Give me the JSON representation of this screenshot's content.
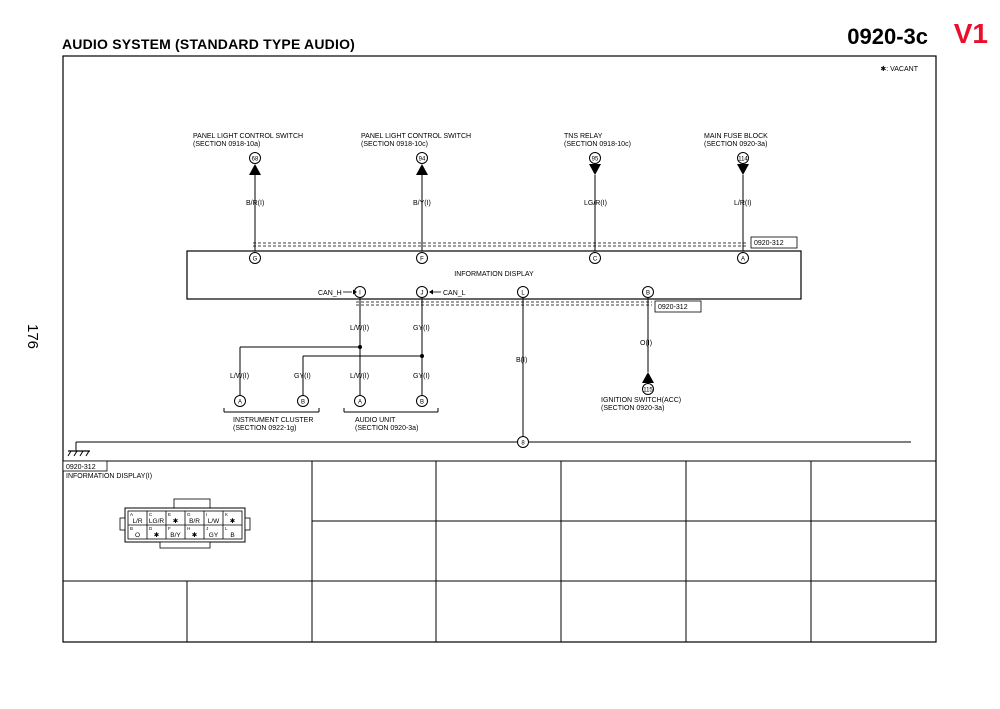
{
  "header": {
    "title": "AUDIO SYSTEM (STANDARD TYPE AUDIO)",
    "page_code": "0920-3c",
    "version": "V1",
    "page_number": "176"
  },
  "legend": {
    "vacant": "✱: VACANT"
  },
  "top_devices": [
    {
      "name": "PANEL LIGHT CONTROL SWITCH",
      "section": "(SECTION 0918-10a)",
      "circuit": "68",
      "wire": "B/R(I)",
      "terminal": "G",
      "arrow": "up"
    },
    {
      "name": "PANEL LIGHT CONTROL SWITCH",
      "section": "(SECTION 0918-10c)",
      "circuit": "94",
      "wire": "B/Y(I)",
      "terminal": "F",
      "arrow": "up"
    },
    {
      "name": "TNS RELAY",
      "section": "(SECTION 0918-10c)",
      "circuit": "95",
      "wire": "LG/R(I)",
      "terminal": "C",
      "arrow": "down"
    },
    {
      "name": "MAIN FUSE BLOCK",
      "section": "(SECTION 0920-3a)",
      "circuit": "114",
      "wire": "L/R(I)",
      "terminal": "A",
      "arrow": "down"
    }
  ],
  "main_unit": {
    "name": "INFORMATION DISPLAY",
    "connector_top": "0920-312",
    "connector_bottom": "0920-312",
    "bottom_terminals": [
      "I",
      "J",
      "L",
      "B"
    ],
    "can_h": "CAN_H",
    "can_l": "CAN_L"
  },
  "bottom_wires": {
    "w_i": "L/W(I)",
    "w_j": "GY(I)",
    "w_l": "B(I)",
    "w_b": "O(I)"
  },
  "instrument_cluster": {
    "name": "INSTRUMENT CLUSTER",
    "section": "(SECTION 0922-1g)",
    "w1": "L/W(I)",
    "w2": "GY(I)",
    "t1": "A",
    "t2": "B"
  },
  "audio_unit": {
    "name": "AUDIO UNIT",
    "section": "(SECTION 0920-3a)",
    "w1": "L/W(I)",
    "w2": "GY(I)",
    "t1": "A",
    "t2": "B"
  },
  "ignition": {
    "name": "IGNITION SWITCH(ACC)",
    "section": "(SECTION 0920-3a)",
    "circuit": "115"
  },
  "ground": {
    "circuit": "8"
  },
  "connector_table": {
    "code": "0920-312",
    "name": "INFORMATION DISPLAY(I)",
    "top_pins": [
      {
        "letter": "A",
        "wire": "L/R"
      },
      {
        "letter": "C",
        "wire": "LG/R"
      },
      {
        "letter": "E",
        "wire": "✱"
      },
      {
        "letter": "G",
        "wire": "B/R"
      },
      {
        "letter": "I",
        "wire": "L/W"
      },
      {
        "letter": "K",
        "wire": "✱"
      }
    ],
    "bottom_pins": [
      {
        "letter": "B",
        "wire": "O"
      },
      {
        "letter": "D",
        "wire": "✱"
      },
      {
        "letter": "F",
        "wire": "B/Y"
      },
      {
        "letter": "H",
        "wire": "✱"
      },
      {
        "letter": "J",
        "wire": "GY"
      },
      {
        "letter": "L",
        "wire": "B"
      }
    ]
  }
}
